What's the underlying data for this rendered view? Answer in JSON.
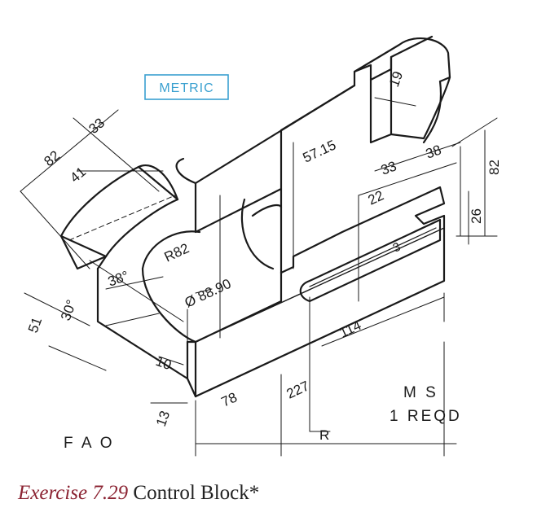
{
  "metric_label": "METRIC",
  "dimensions": {
    "d82_top": "82",
    "d33_top": "33",
    "d41": "41",
    "d57_15": "57.15",
    "d19": "19",
    "d33_right": "33",
    "d38": "38",
    "d82_right": "82",
    "d22": "22",
    "d26": "26",
    "d3": "3",
    "r82": "R82",
    "dia": "Ø 88.90",
    "ang38": "38°",
    "ang30": "30°",
    "d51": "51",
    "d10": "10",
    "d114": "114",
    "d78": "78",
    "d227": "227",
    "d13": "13",
    "r": "R"
  },
  "notes": {
    "material": "M S",
    "quantity": "1 REQD",
    "finish": "F A O"
  },
  "caption": {
    "exercise": "Exercise 7.29",
    "title": "Control Block*"
  },
  "colors": {
    "metric": "#3aa0d0",
    "caption_exercise": "#8b2332",
    "line": "#1a1a1a"
  }
}
